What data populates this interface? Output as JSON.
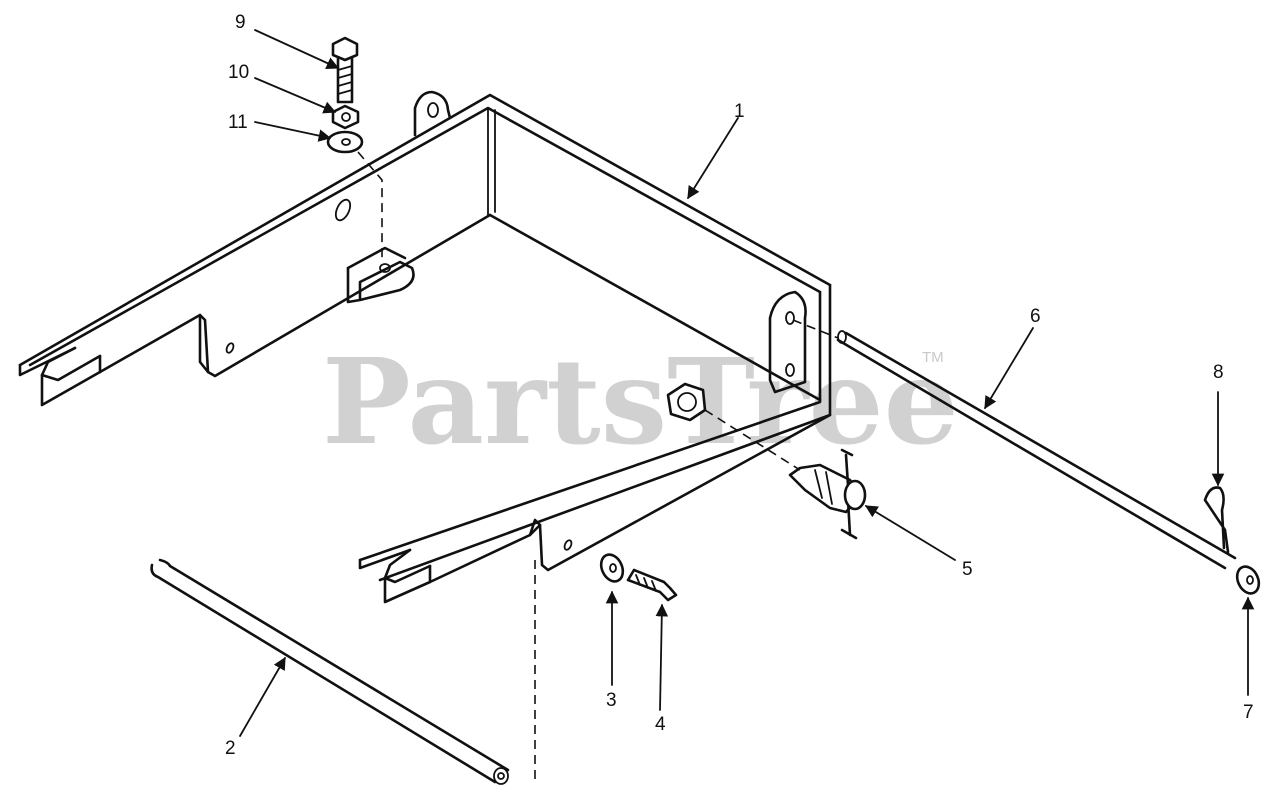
{
  "watermark": {
    "brand": "PartsTree",
    "trademark": "TM",
    "color": "#c9c9c9"
  },
  "callouts": {
    "c1": "1",
    "c2": "2",
    "c3": "3",
    "c4": "4",
    "c5": "5",
    "c6": "6",
    "c7": "7",
    "c8": "8",
    "c9": "9",
    "c10": "10",
    "c11": "11"
  },
  "colors": {
    "line": "#111111",
    "background": "#ffffff"
  }
}
